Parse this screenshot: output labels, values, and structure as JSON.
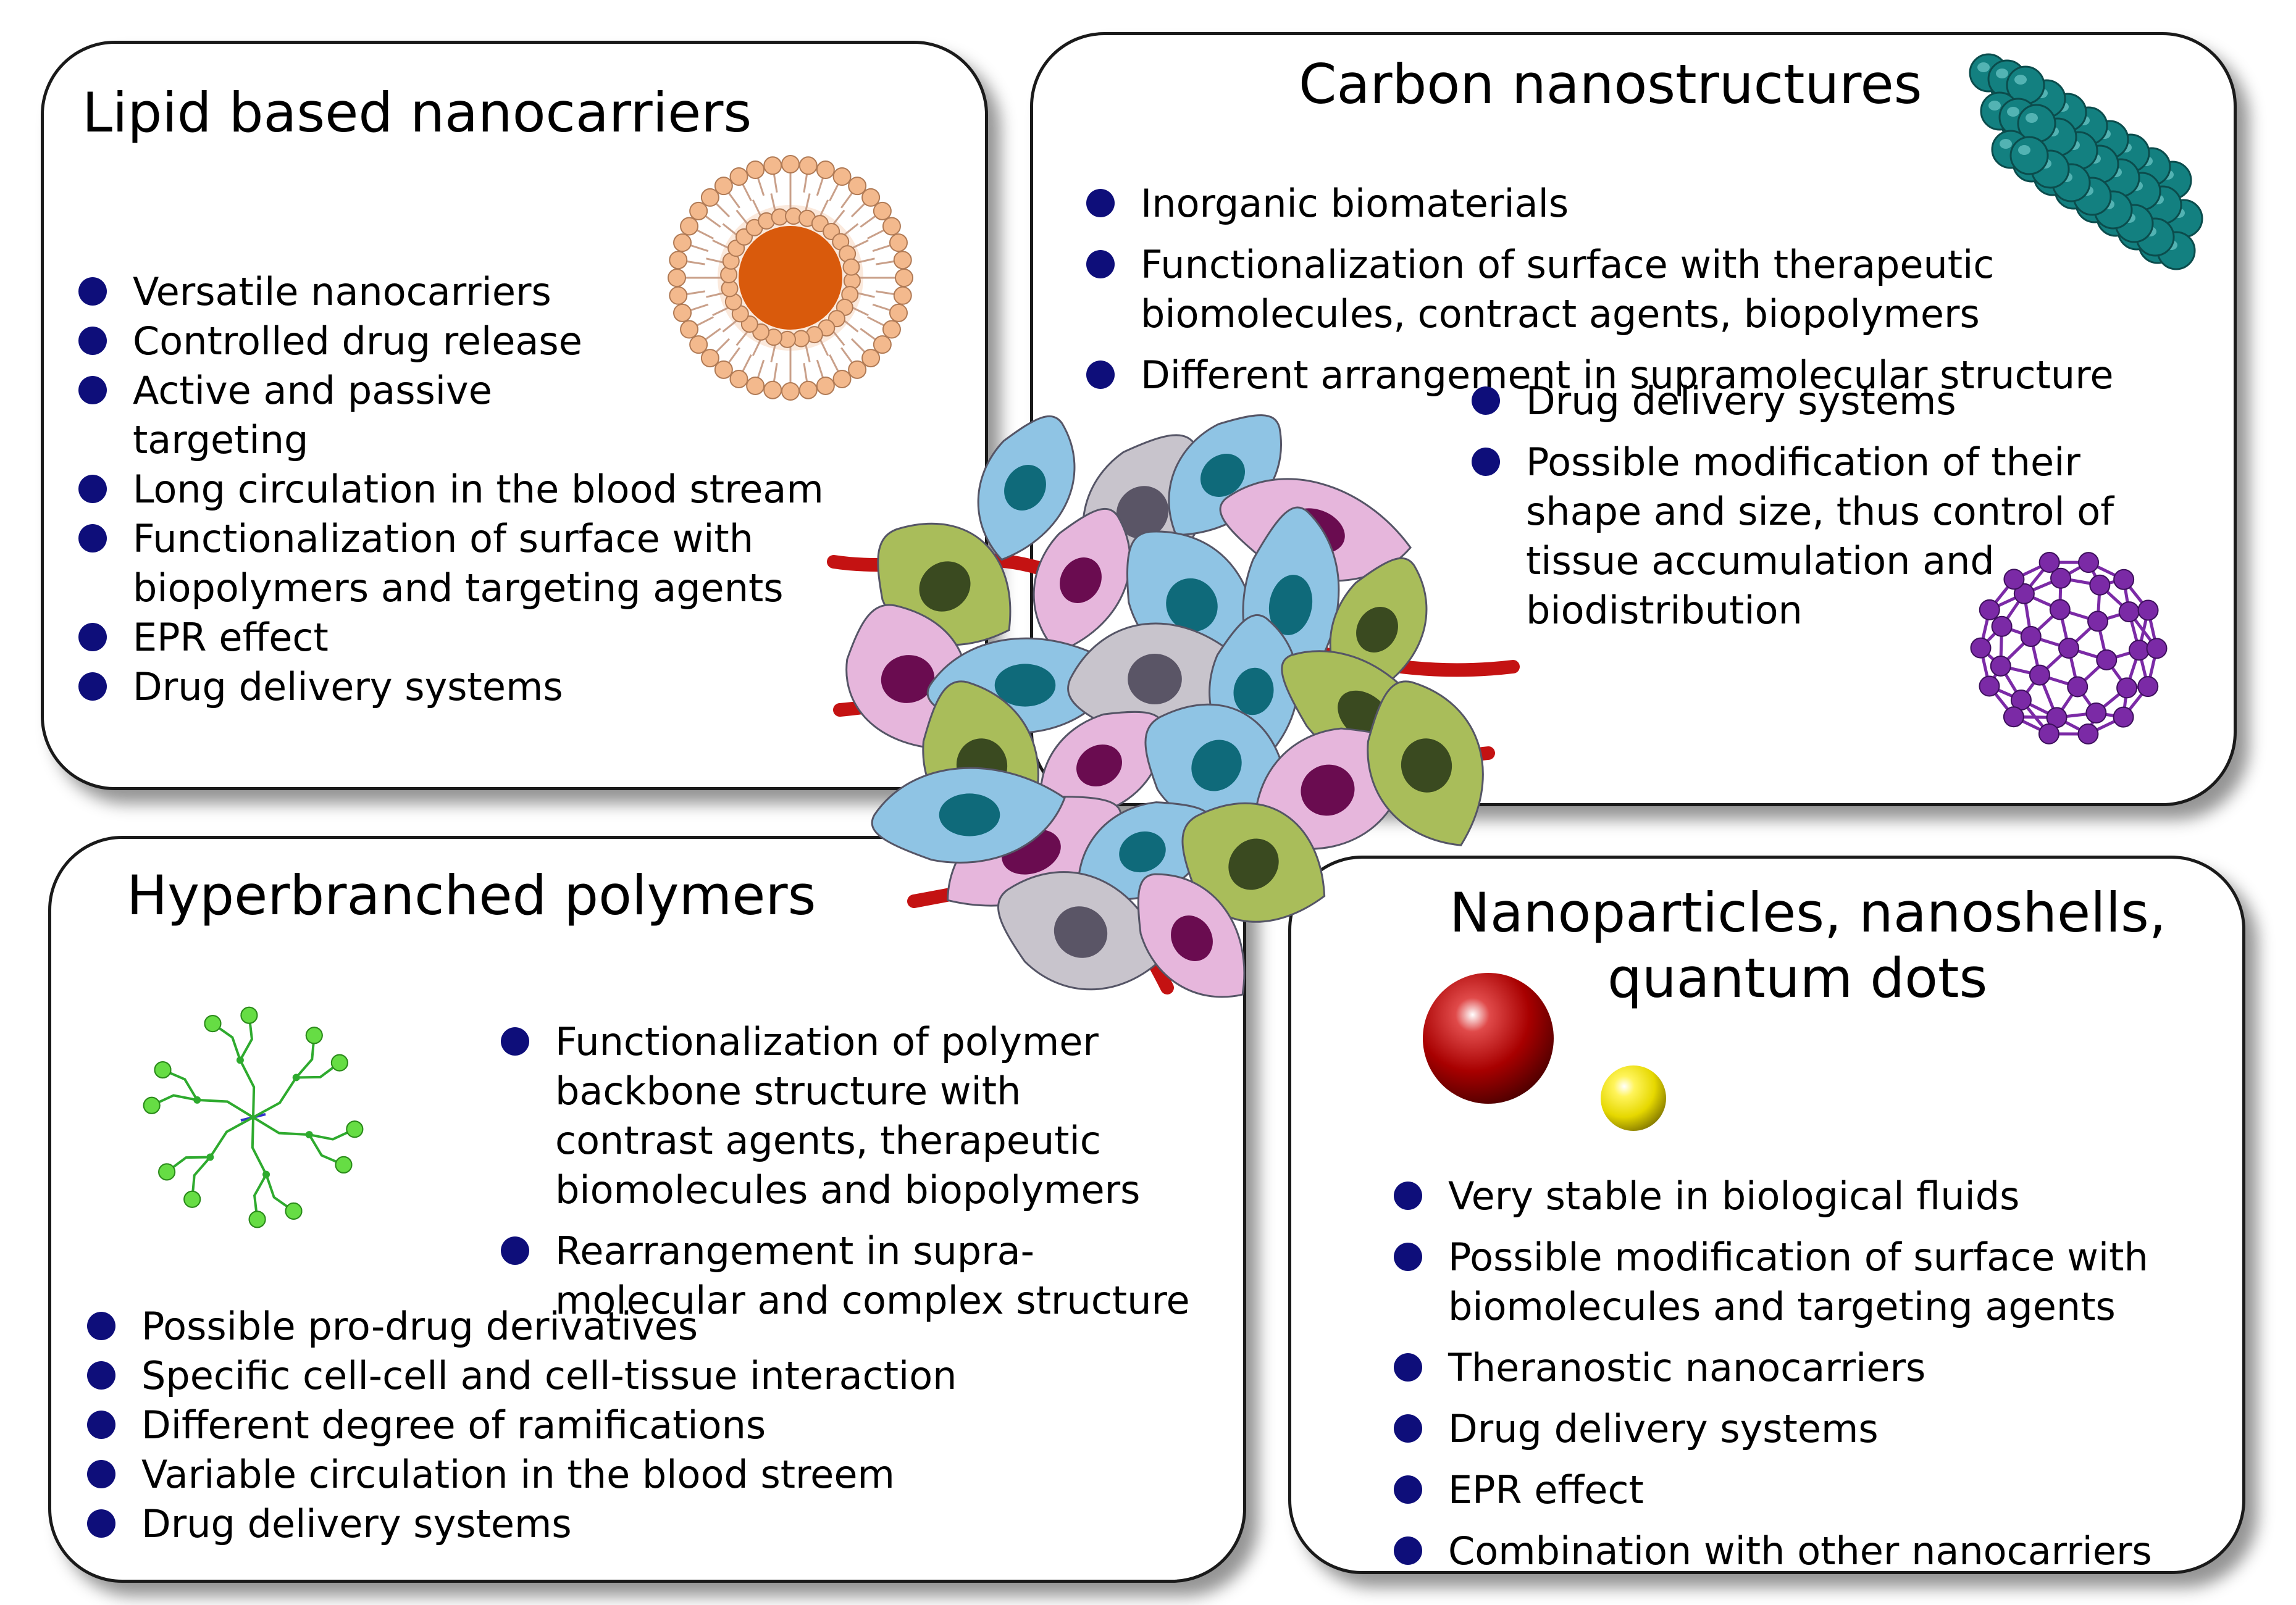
{
  "panels": {
    "lipid": {
      "title": "Lipid based nanocarriers",
      "items": [
        "Versatile nanocarriers",
        "Controlled drug release",
        "Active and passive\ntargeting",
        "Long circulation in the blood stream",
        "Functionalization of surface with\nbiopolymers and targeting agents",
        "EPR effect",
        "Drug delivery systems"
      ]
    },
    "carbon": {
      "title": "Carbon nanostructures",
      "items": [
        "Inorganic biomaterials",
        "Functionalization of surface with therapeutic\nbiomolecules, contract agents, biopolymers",
        "Different arrangement in supramolecular structure"
      ],
      "items_indented": [
        "Drug delivery systems",
        "Possible modification of their\nshape and size, thus control of\ntissue accumulation and\nbiodistribution"
      ]
    },
    "hyper": {
      "title": "Hyperbranched polymers",
      "items_right": [
        "Functionalization of polymer\nbackbone structure with\ncontrast agents, therapeutic\nbiomolecules and biopolymers",
        "Rearrangement in supra-\nmolecular and complex structure"
      ],
      "items": [
        "Possible pro-drug derivatives",
        "Specific cell-cell and cell-tissue interaction",
        "Different degree of ramifications",
        "Variable circulation in the blood streem",
        "Drug delivery systems"
      ]
    },
    "nano": {
      "title_line1": "Nanoparticles, nanoshells,",
      "title_line2": "quantum dots",
      "items": [
        "Very stable in biological fluids",
        "Possible modification of surface with\nbiomolecules and targeting agents",
        "Theranostic nanocarriers",
        "Drug delivery systems",
        "EPR effect",
        "Combination with other nanocarriers"
      ]
    }
  },
  "icons": {
    "liposome": "liposome-icon",
    "nanotubes": "nanotube-bundle-icon",
    "fullerene": "fullerene-icon",
    "dendrimer": "hyperbranched-polymer-icon",
    "nanoparticle_red": "red-nanoparticle-icon",
    "nanoparticle_yellow": "yellow-quantum-dot-icon",
    "cells": "tumor-tissue-cluster-icon"
  },
  "colors": {
    "bullet": "#0e0e7a",
    "liposome_head": "#f3b98d",
    "liposome_core": "#d95a0c",
    "nanotube": "#138080",
    "fullerene": "#7b2aa6",
    "dendrimer": "#2eaa2e",
    "np_red": "#a40000",
    "np_yellow": "#f2e600",
    "cell_blue": "#8fc4e4",
    "cell_pink": "#e6b6dc",
    "cell_green": "#a9bd5a",
    "cell_gray": "#c8c4cc",
    "vessel": "#c41212"
  }
}
